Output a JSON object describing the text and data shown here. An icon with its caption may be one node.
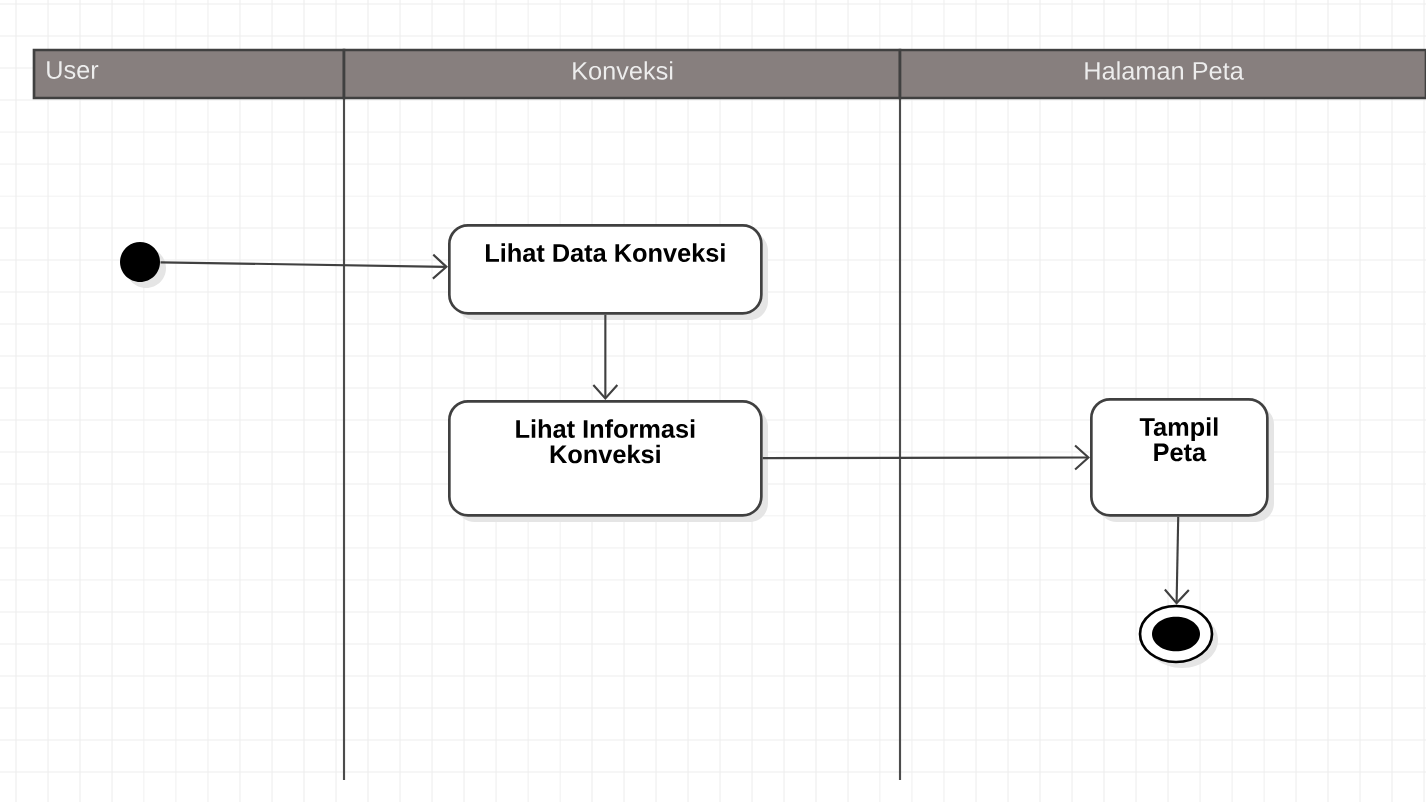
{
  "diagram": {
    "nodes": [
      {
        "text": [
          "User"
        ]
      },
      {
        "text": [
          "Konveksi"
        ]
      },
      {
        "text": [
          "Halaman Peta"
        ]
      },
      {
        "text": [],
        "shape": "circle"
      },
      {
        "text": [
          "Lihat Data Konveksi"
        ]
      },
      {
        "text": [
          "Lihat Informasi Konveksi"
        ]
      },
      {
        "text": [
          "Tampil Peta"
        ]
      },
      {
        "text": [],
        "shape": "circle"
      }
    ],
    "edges": [
      {
        "from": 3,
        "to": 4,
        "arrow": "to"
      },
      {
        "from": 4,
        "to": 5,
        "arrow": "to"
      },
      {
        "from": 5,
        "to": 6,
        "arrow": "to"
      },
      {
        "from": 6,
        "to": 7,
        "arrow": "to"
      }
    ]
  }
}
